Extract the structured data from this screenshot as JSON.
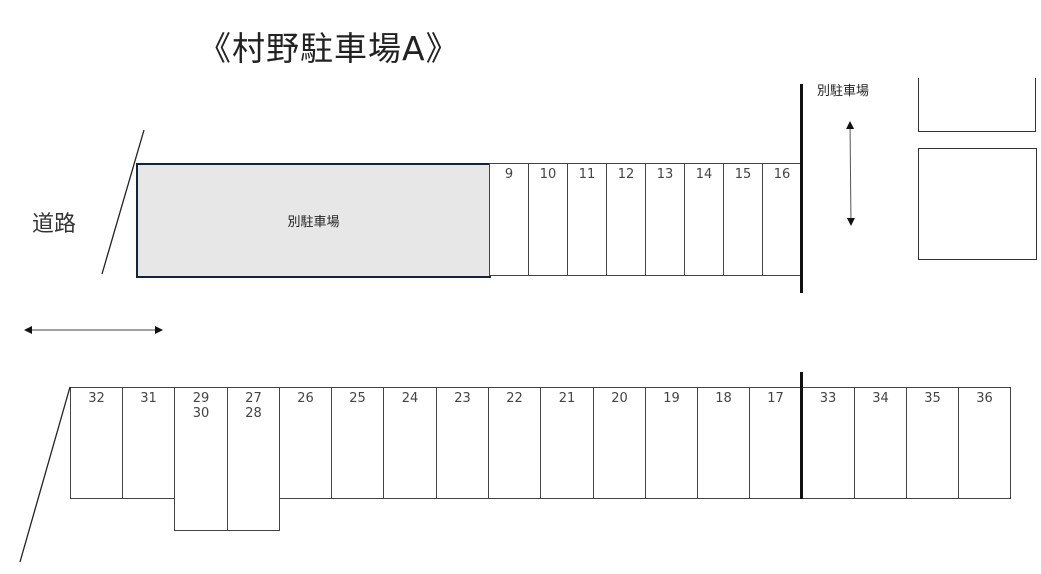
{
  "title": "《村野駐車場A》",
  "road_label": "道路",
  "main_lot": {
    "label": "別駐車場",
    "fill": "#e7e7e7",
    "border": "#13253d"
  },
  "right_area": {
    "label": "別駐車場"
  },
  "top_row": {
    "stalls": [
      {
        "label": "9"
      },
      {
        "label": "10"
      },
      {
        "label": "11"
      },
      {
        "label": "12"
      },
      {
        "label": "13"
      },
      {
        "label": "14"
      },
      {
        "label": "15"
      },
      {
        "label": "16"
      }
    ]
  },
  "bottom_row": {
    "stalls": [
      {
        "label": "32",
        "label2": ""
      },
      {
        "label": "31",
        "label2": ""
      },
      {
        "label": "29",
        "label2": "30",
        "tall": true
      },
      {
        "label": "27",
        "label2": "28",
        "tall": true
      },
      {
        "label": "26",
        "label2": ""
      },
      {
        "label": "25",
        "label2": ""
      },
      {
        "label": "24",
        "label2": ""
      },
      {
        "label": "23",
        "label2": ""
      },
      {
        "label": "22",
        "label2": ""
      },
      {
        "label": "21",
        "label2": ""
      },
      {
        "label": "20",
        "label2": ""
      },
      {
        "label": "19",
        "label2": ""
      },
      {
        "label": "18",
        "label2": ""
      },
      {
        "label": "17",
        "label2": ""
      },
      {
        "label": "33",
        "label2": ""
      },
      {
        "label": "34",
        "label2": ""
      },
      {
        "label": "35",
        "label2": ""
      },
      {
        "label": "36",
        "label2": ""
      }
    ]
  },
  "arrows": {
    "horizontal": "two-way-horizontal-arrow",
    "vertical": "two-way-vertical-arrow"
  }
}
